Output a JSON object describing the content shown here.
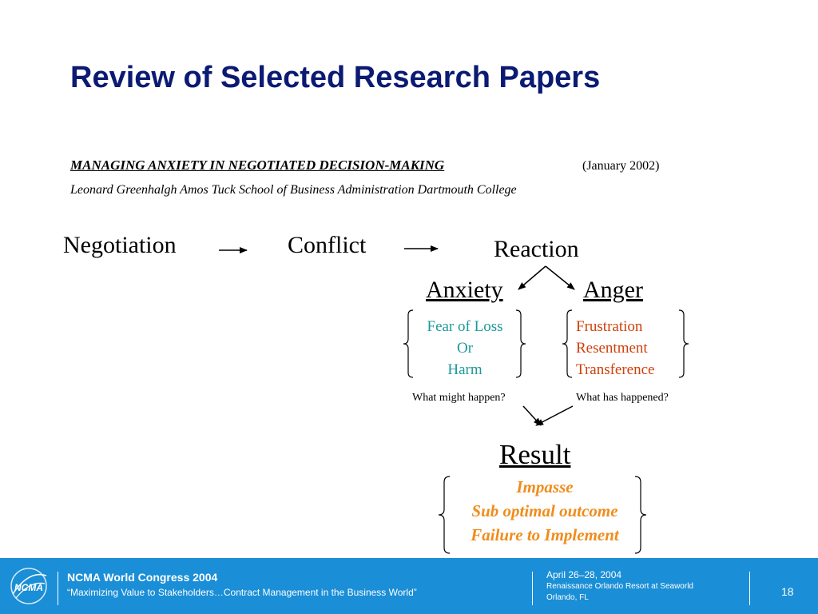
{
  "slide": {
    "title": "Review of Selected Research Papers",
    "paper_title": "MANAGING ANXIETY IN NEGOTIATED DECISION-MAKING",
    "paper_date": "(January 2002)",
    "authors": "Leonard Greenhalgh Amos Tuck School of Business Administration Dartmouth College"
  },
  "diagram": {
    "negotiation": "Negotiation",
    "conflict": "Conflict",
    "reaction": "Reaction",
    "anxiety": "Anxiety",
    "anger": "Anger",
    "anxiety_items": [
      "Fear of Loss",
      "Or",
      "Harm"
    ],
    "anger_items": [
      "Frustration",
      "Resentment",
      "Transference"
    ],
    "anxiety_question": "What might happen?",
    "anger_question": "What has happened?",
    "result": "Result",
    "result_items": [
      "Impasse",
      "Sub optimal outcome",
      "Failure to Implement"
    ]
  },
  "footer": {
    "logo_text": "NCMA",
    "event": "NCMA World Congress 2004",
    "tagline": "“Maximizing Value to Stakeholders…Contract Management in the Business World”",
    "date": "April 26–28, 2004",
    "venue": "Renaissance Orlando Resort at Seaworld",
    "city": "Orlando, FL",
    "page": "18"
  },
  "colors": {
    "title": "#0b1a73",
    "anxiety_items": "#1b9a98",
    "anger_items": "#d0400a",
    "result_items": "#f08c1c",
    "footer_bg": "#1a8ed6"
  }
}
